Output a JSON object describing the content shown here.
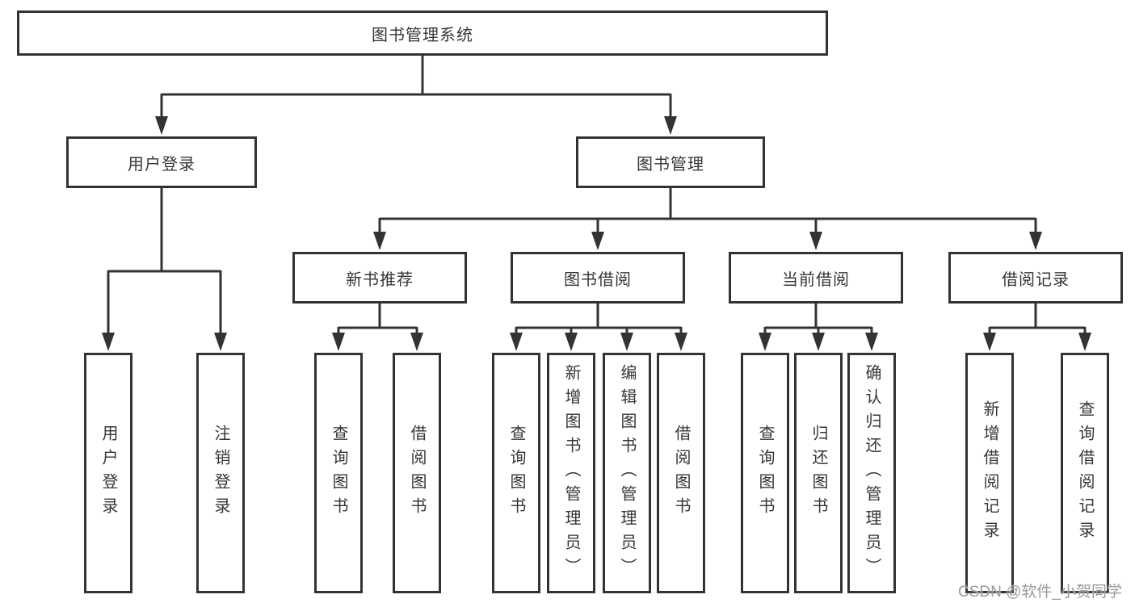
{
  "diagram_title": "图书管理系统",
  "colors": {
    "line": "#333333",
    "box_border": "#333333",
    "text": "#363636",
    "watermark": "#9a9a9a",
    "background": "#ffffff"
  },
  "nodes": {
    "root": {
      "label": "图书管理系统"
    },
    "level2": [
      {
        "label": "用户登录"
      },
      {
        "label": "图书管理"
      }
    ],
    "level3": [
      {
        "label": "新书推荐",
        "parent": "图书管理"
      },
      {
        "label": "图书借阅",
        "parent": "图书管理"
      },
      {
        "label": "当前借阅",
        "parent": "图书管理"
      },
      {
        "label": "借阅记录",
        "parent": "图书管理"
      }
    ],
    "leaves": [
      {
        "label": "用户登录",
        "parent": "用户登录"
      },
      {
        "label": "注销登录",
        "parent": "用户登录"
      },
      {
        "label": "查询图书",
        "parent": "新书推荐"
      },
      {
        "label": "借阅图书",
        "parent": "新书推荐"
      },
      {
        "label": "查询图书",
        "parent": "图书借阅"
      },
      {
        "label": "新增图书（管理员）",
        "parent": "图书借阅"
      },
      {
        "label": "编辑图书（管理员）",
        "parent": "图书借阅"
      },
      {
        "label": "借阅图书",
        "parent": "图书借阅"
      },
      {
        "label": "查询图书",
        "parent": "当前借阅"
      },
      {
        "label": "归还图书",
        "parent": "当前借阅"
      },
      {
        "label": "确认归还（管理员）",
        "parent": "当前借阅"
      },
      {
        "label": "新增借阅记录",
        "parent": "借阅记录"
      },
      {
        "label": "查询借阅记录",
        "parent": "借阅记录"
      }
    ]
  },
  "watermark": {
    "text": "CSDN @软件_小贺同学"
  }
}
